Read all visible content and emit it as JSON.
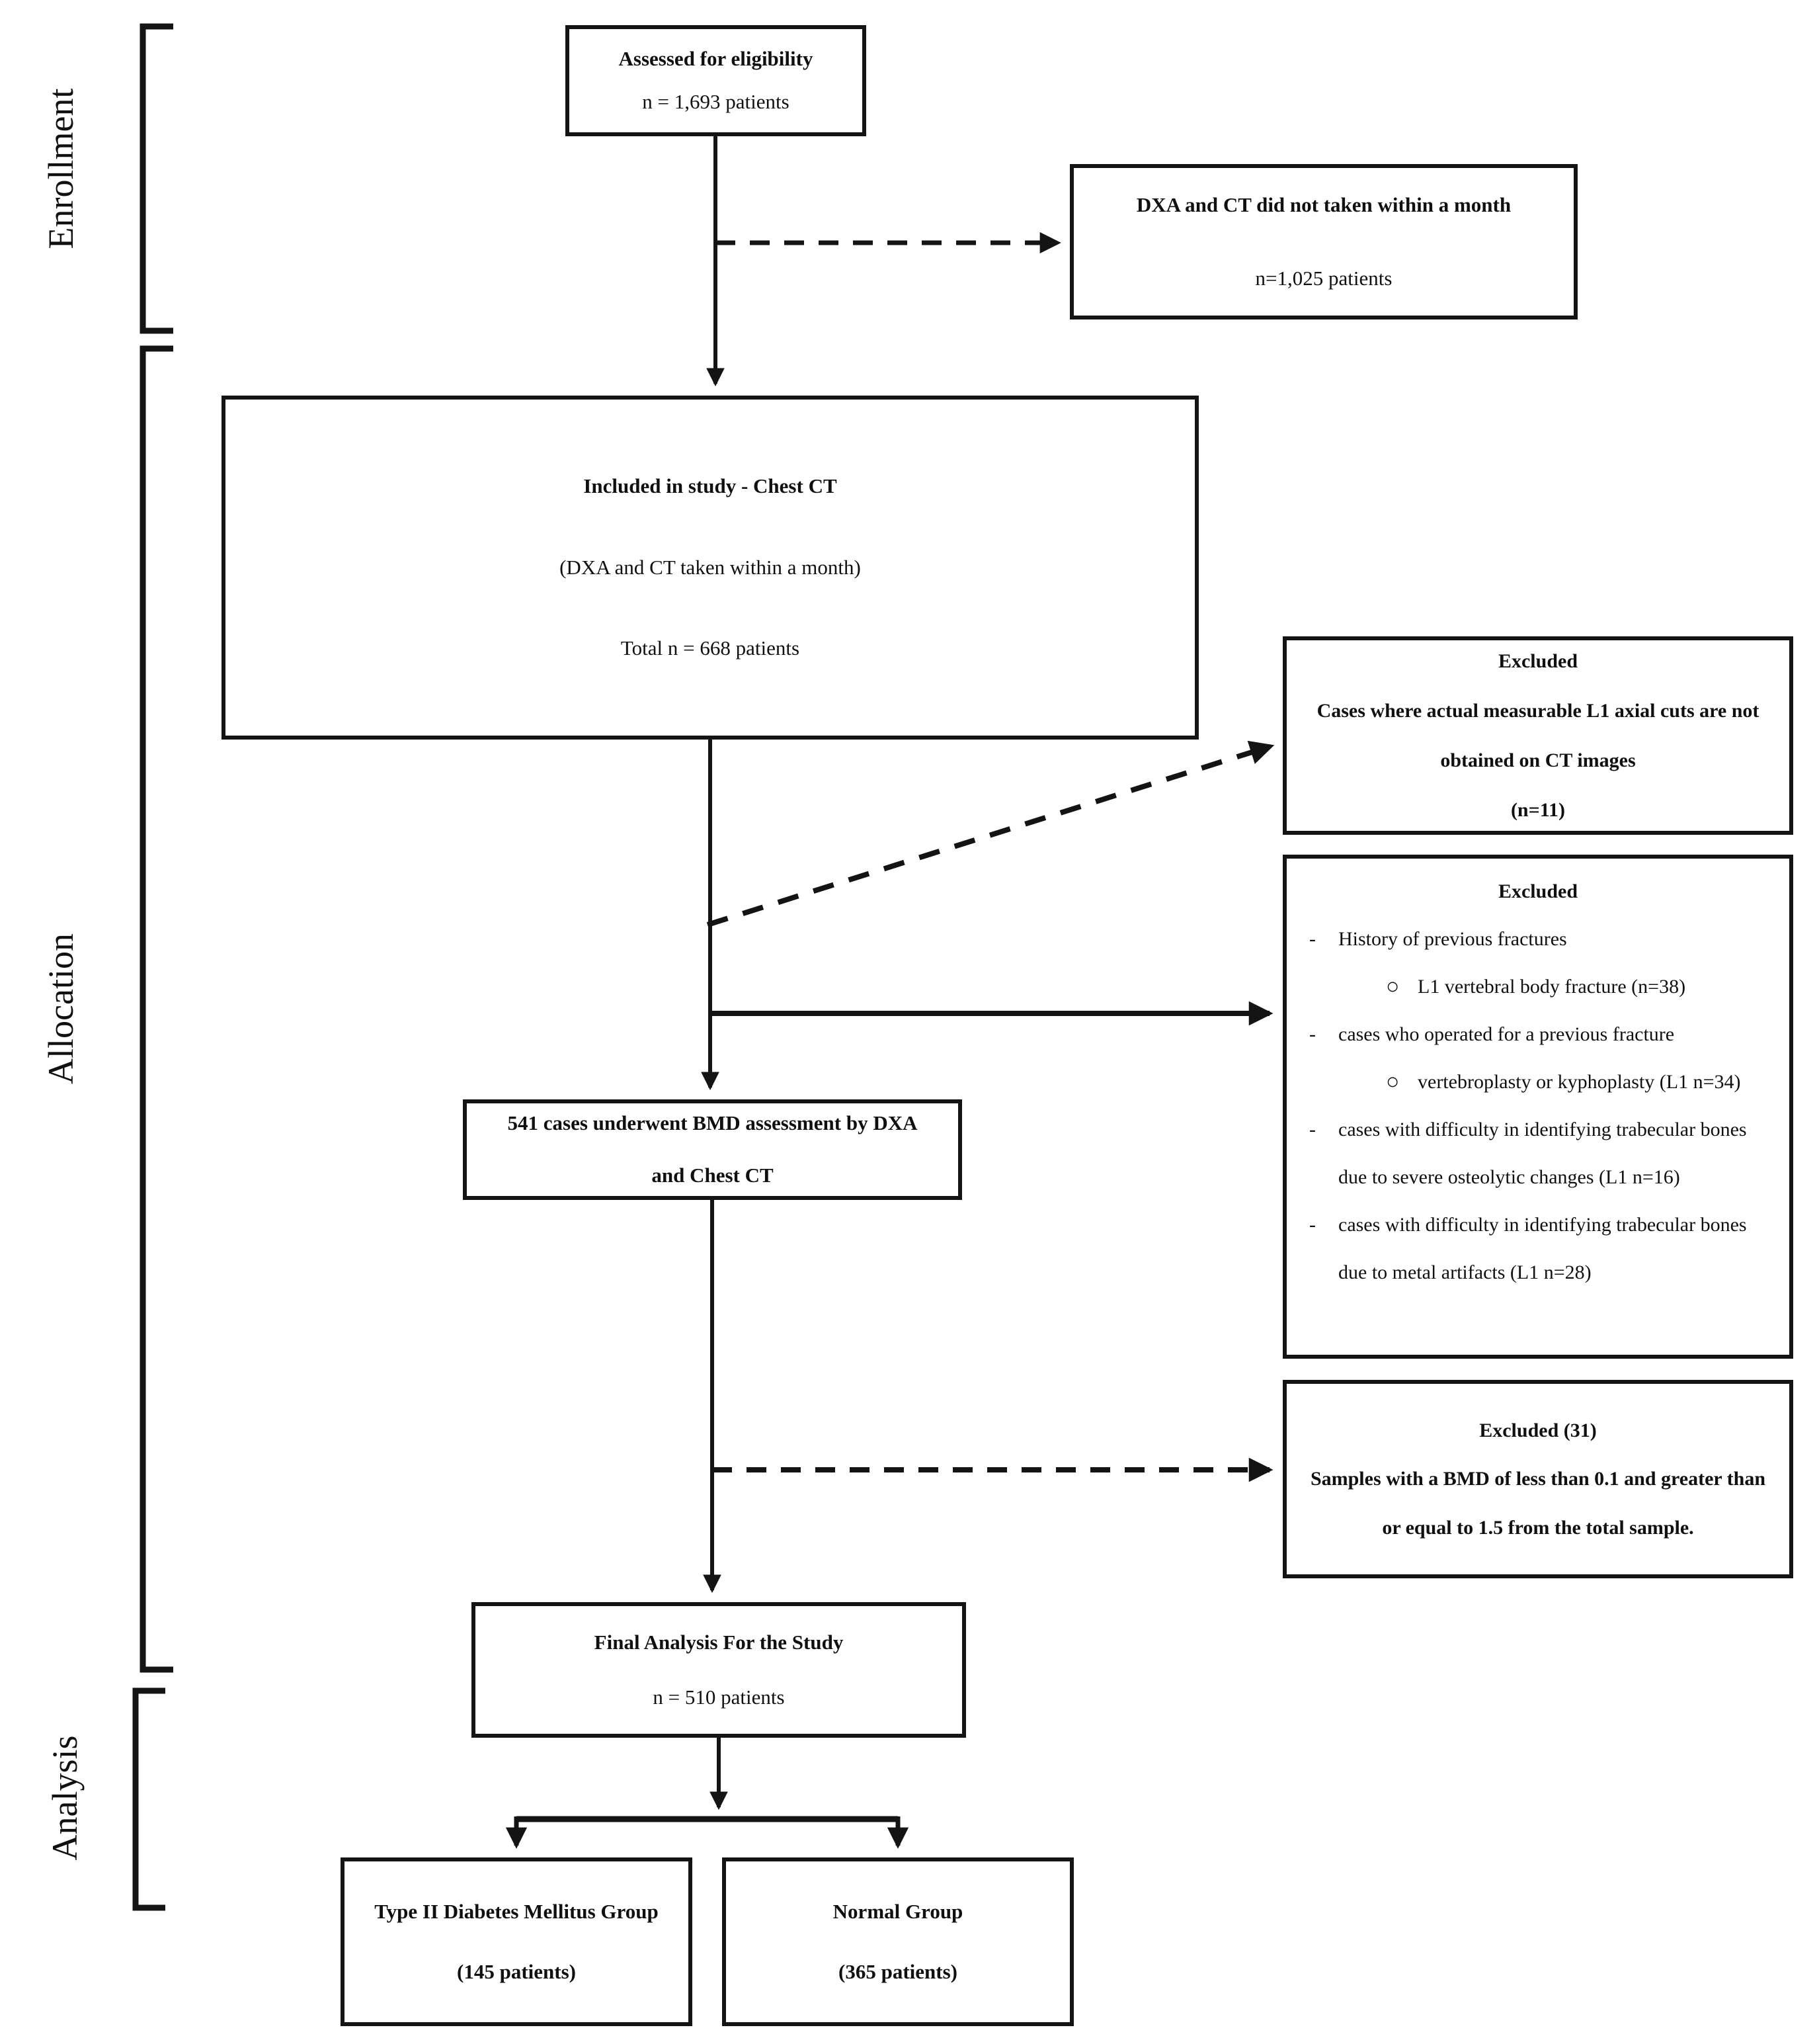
{
  "sections": {
    "enrollment": "Enrollment",
    "allocation": "Allocation",
    "analysis": "Analysis"
  },
  "boxes": {
    "assessed": {
      "title": "Assessed for eligibility",
      "count": "n = 1,693 patients"
    },
    "dxa_excluded": {
      "title": "DXA and CT did not taken within a month",
      "count": "n=1,025 patients"
    },
    "included": {
      "title": "Included in study - Chest CT",
      "note": "(DXA and CT taken within a month)",
      "count": "Total n = 668 patients"
    },
    "excluded_axial": {
      "title": "Excluded",
      "reason": "Cases where actual measurable L1 axial cuts are not obtained on CT images",
      "count": "(n=11)"
    },
    "excluded_criteria": {
      "title": "Excluded",
      "items": [
        {
          "marker": "-",
          "text": "History of previous fractures"
        },
        {
          "marker": "○",
          "text": "L1 vertebral body fracture (n=38)"
        },
        {
          "marker": "-",
          "text": "cases who operated for a previous fracture"
        },
        {
          "marker": "○",
          "text": "vertebroplasty or kyphoplasty (L1 n=34)"
        },
        {
          "marker": "-",
          "text": "cases with difficulty in identifying trabecular bones due to severe osteolytic changes (L1 n=16)"
        },
        {
          "marker": "-",
          "text": "cases with difficulty in identifying trabecular bones due to metal artifacts  (L1 n=28)"
        }
      ]
    },
    "bmd": {
      "line1": "541 cases underwent BMD assessment by DXA",
      "line2": "and Chest CT"
    },
    "excluded_bmd": {
      "title": "Excluded (31)",
      "reason": "Samples with a BMD of less than 0.1 and greater than or equal to 1.5 from the total sample."
    },
    "final": {
      "title": "Final Analysis For the Study",
      "count": "n =  510 patients"
    },
    "t2dm": {
      "title": "Type II Diabetes Mellitus Group",
      "count": "(145 patients)"
    },
    "normal": {
      "title": "Normal Group",
      "count": "(365 patients)"
    }
  }
}
